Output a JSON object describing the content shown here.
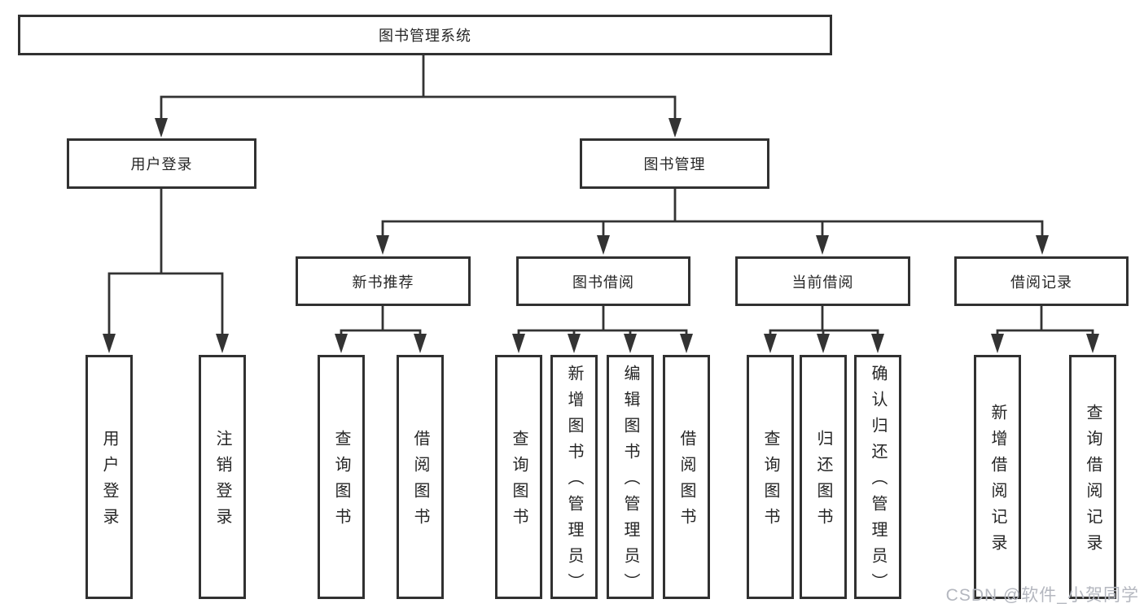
{
  "tree": {
    "root": {
      "label": "图书管理系统",
      "children": [
        {
          "label": "用户登录",
          "children": [
            {
              "label": "用户登录"
            },
            {
              "label": "注销登录"
            }
          ]
        },
        {
          "label": "图书管理",
          "children": [
            {
              "label": "新书推荐",
              "children": [
                {
                  "label": "查询图书"
                },
                {
                  "label": "借阅图书"
                }
              ]
            },
            {
              "label": "图书借阅",
              "children": [
                {
                  "label": "查询图书"
                },
                {
                  "label": "新增图书（管理员）"
                },
                {
                  "label": "编辑图书（管理员）"
                },
                {
                  "label": "借阅图书"
                }
              ]
            },
            {
              "label": "当前借阅",
              "children": [
                {
                  "label": "查询图书"
                },
                {
                  "label": "归还图书"
                },
                {
                  "label": "确认归还（管理员）"
                }
              ]
            },
            {
              "label": "借阅记录",
              "children": [
                {
                  "label": "新增借阅记录"
                },
                {
                  "label": "查询借阅记录"
                }
              ]
            }
          ]
        }
      ]
    }
  },
  "watermark": "CSDN @软件_小贺同学",
  "colors": {
    "line": "#333333",
    "box_border": "#313131",
    "text": "#262626",
    "watermark_text": "#b4b7bf"
  }
}
